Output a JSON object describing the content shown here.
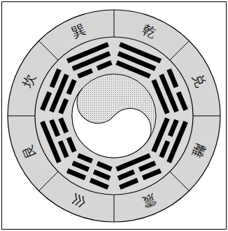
{
  "diagram": {
    "labels": [
      "巽",
      "乾",
      "兑",
      "離",
      "震",
      "巛",
      "艮",
      "坎"
    ]
  }
}
